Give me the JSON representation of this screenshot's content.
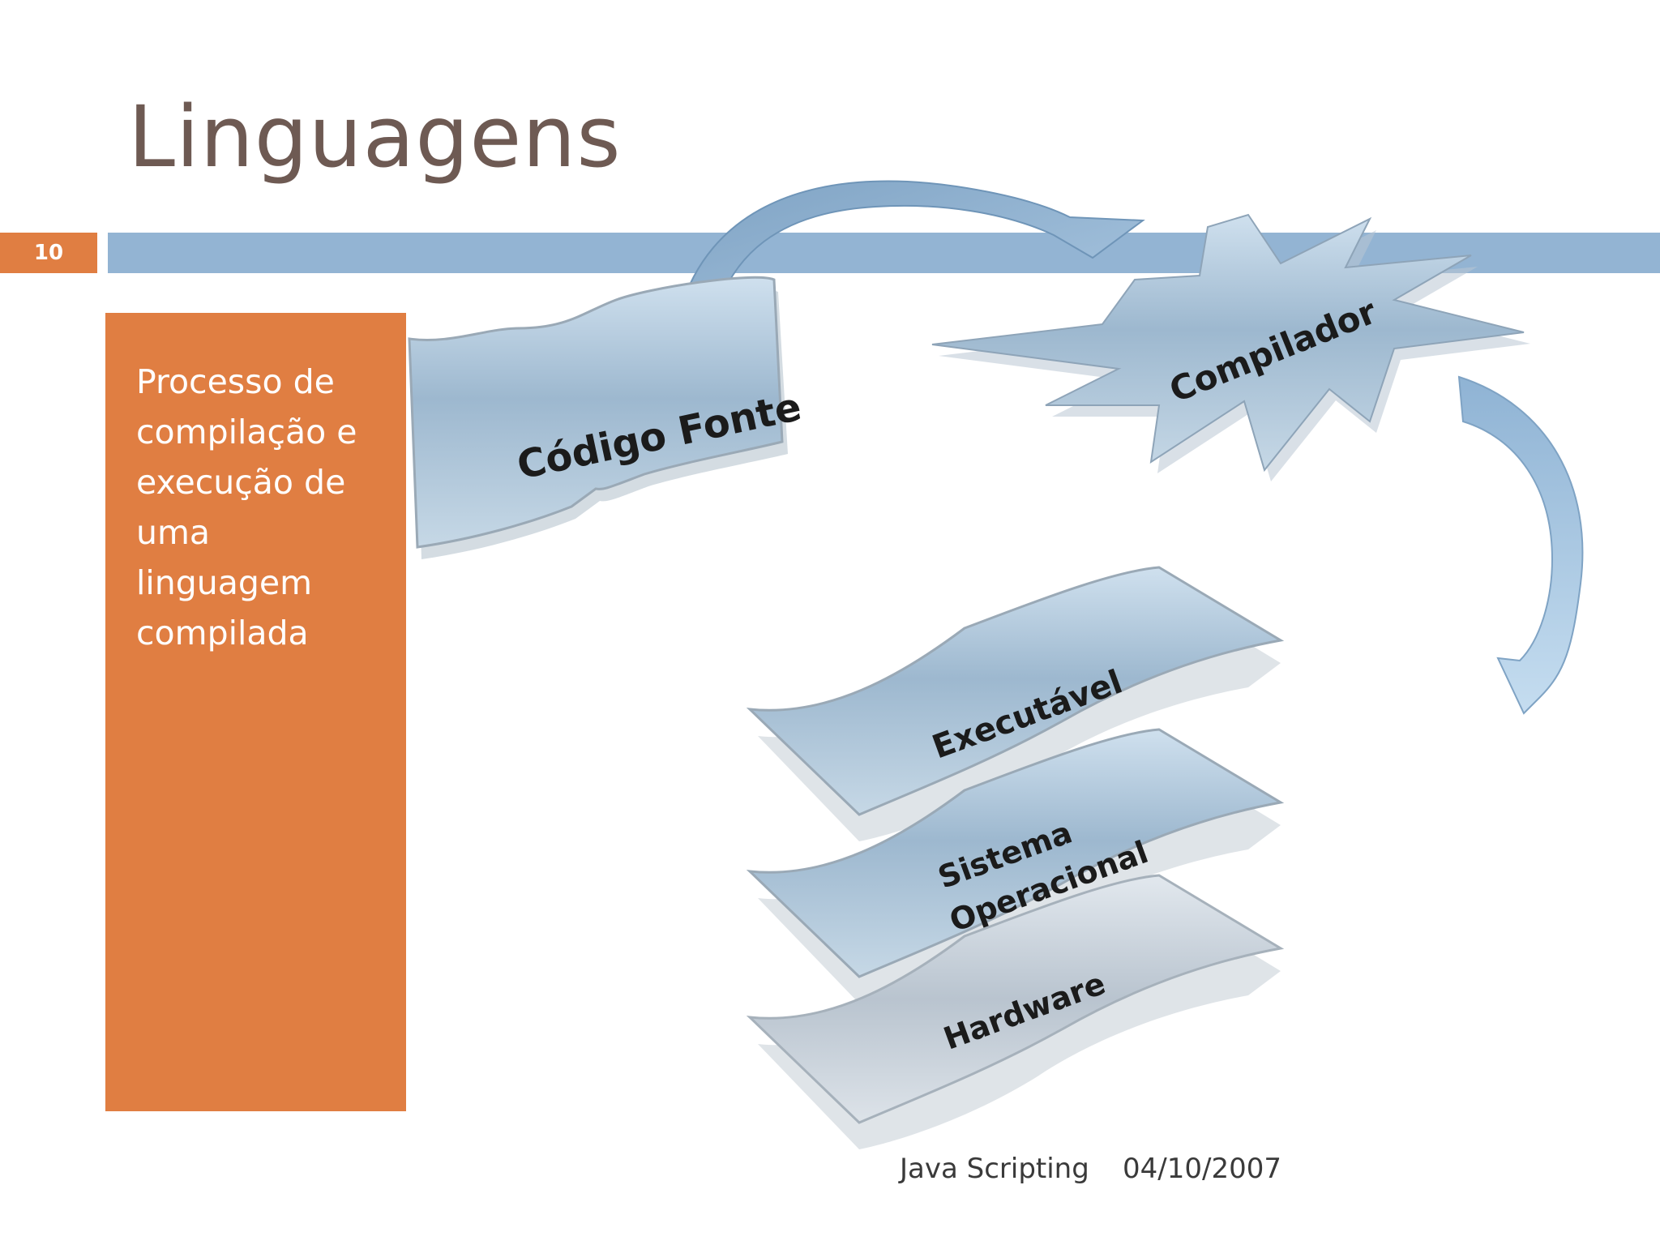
{
  "slide": {
    "title": "Linguagens",
    "number": "10",
    "side_text": [
      "Processo de",
      "compilação e",
      "execução de",
      "uma",
      "linguagem",
      "compilada"
    ]
  },
  "diagram": {
    "source": "Código Fonte",
    "compiler": "Compilador",
    "executable": "Executável",
    "os_line1": "Sistema",
    "os_line2": "Operacional",
    "hardware": "Hardware"
  },
  "footer": {
    "topic": "Java Scripting",
    "date": "04/10/2007"
  },
  "colors": {
    "accent_orange": "#e07e42",
    "bar_blue": "#93b4d3",
    "title_brown": "#6e5a53"
  }
}
